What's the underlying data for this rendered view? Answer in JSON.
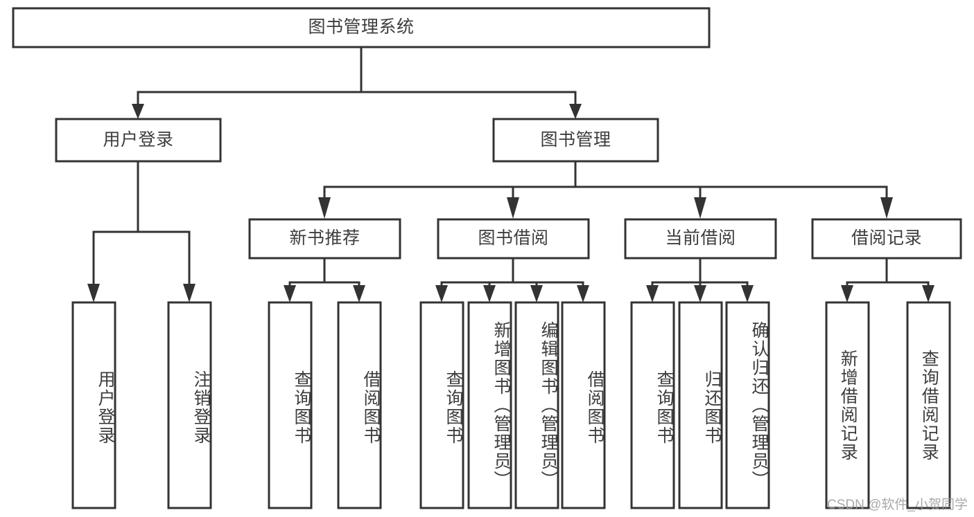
{
  "diagram": {
    "title": "图书管理系统",
    "type": "tree-hierarchy-chart",
    "background": "#ffffff",
    "line_color": "#333333",
    "text_color": "#3d3d3d"
  },
  "nodes": {
    "root": {
      "label": "图书管理系统",
      "level": 1,
      "orientation": "horizontal"
    },
    "level2": [
      {
        "id": "user-login",
        "label": "用户登录",
        "orientation": "horizontal"
      },
      {
        "id": "book-management",
        "label": "图书管理",
        "orientation": "horizontal"
      }
    ],
    "level3": [
      {
        "id": "new-book-recommend",
        "label": "新书推荐",
        "orientation": "horizontal",
        "parent": "book-management"
      },
      {
        "id": "book-borrow",
        "label": "图书借阅",
        "orientation": "horizontal",
        "parent": "book-management"
      },
      {
        "id": "current-borrow",
        "label": "当前借阅",
        "orientation": "horizontal",
        "parent": "book-management"
      },
      {
        "id": "borrow-record",
        "label": "借阅记录",
        "orientation": "horizontal",
        "parent": "book-management"
      }
    ],
    "leaves": [
      {
        "id": "leaf-user-login",
        "label": "用户登录",
        "parent": "user-login"
      },
      {
        "id": "leaf-logout-login",
        "label": "注销登录",
        "parent": "user-login"
      },
      {
        "id": "leaf-query-book-1",
        "label": "查询图书",
        "parent": "new-book-recommend"
      },
      {
        "id": "leaf-borrow-book-1",
        "label": "借阅图书",
        "parent": "new-book-recommend"
      },
      {
        "id": "leaf-query-book-2",
        "label": "查询图书",
        "parent": "book-borrow"
      },
      {
        "id": "leaf-add-book",
        "label": "新增图书（管理员）",
        "parent": "book-borrow"
      },
      {
        "id": "leaf-edit-book",
        "label": "编辑图书（管理员）",
        "parent": "book-borrow"
      },
      {
        "id": "leaf-borrow-book-2",
        "label": "借阅图书",
        "parent": "book-borrow"
      },
      {
        "id": "leaf-query-book-3",
        "label": "查询图书",
        "parent": "current-borrow"
      },
      {
        "id": "leaf-return-book",
        "label": "归还图书",
        "parent": "current-borrow"
      },
      {
        "id": "leaf-confirm-return",
        "label": "确认归还（管理员）",
        "parent": "current-borrow"
      },
      {
        "id": "leaf-add-record",
        "label": "新增借阅记录",
        "parent": "borrow-record"
      },
      {
        "id": "leaf-query-record",
        "label": "查询借阅记录",
        "parent": "borrow-record"
      }
    ]
  },
  "watermark": {
    "text": "CSDN @软件_小贺同学"
  }
}
